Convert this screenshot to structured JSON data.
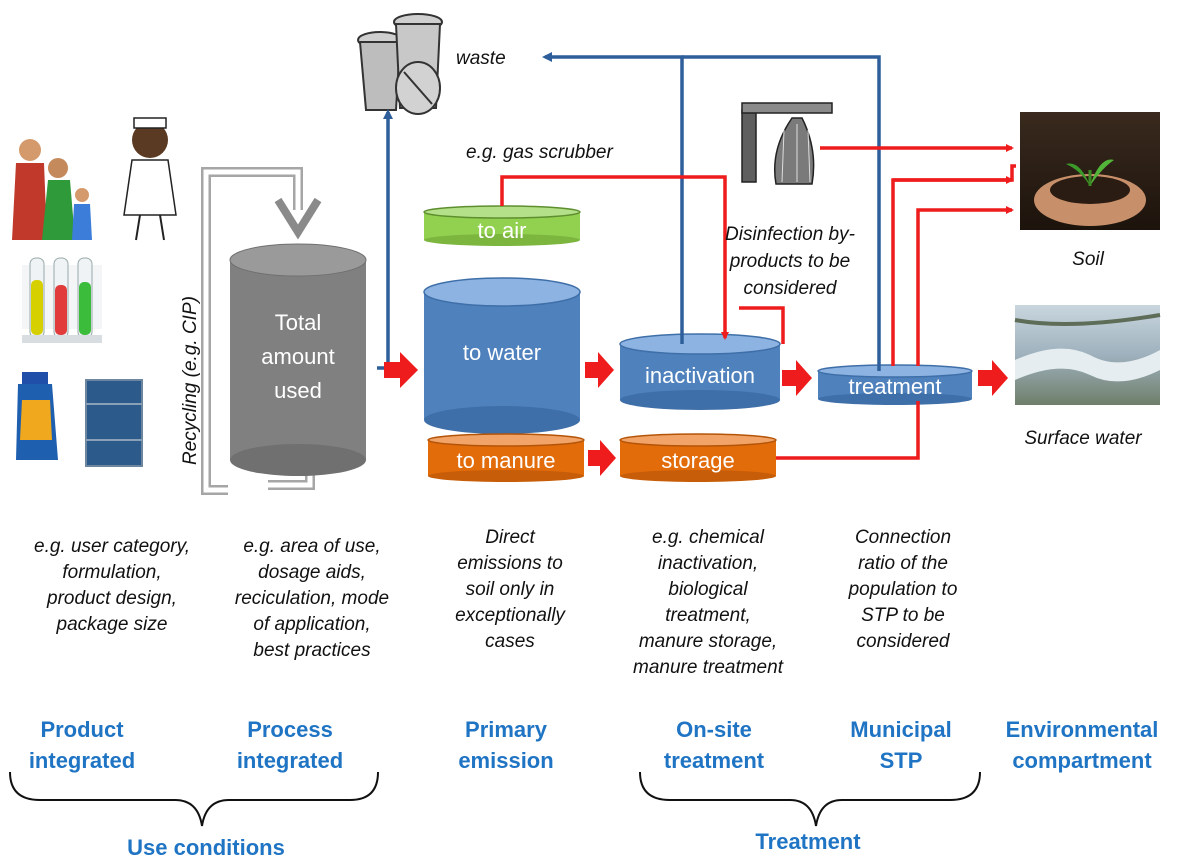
{
  "tanks": {
    "total_line1": "Total",
    "total_line2": "amount",
    "total_line3": "used",
    "to_air": "to air",
    "to_water": "to water",
    "to_manure": "to manure",
    "inactivation": "inactivation",
    "storage": "storage",
    "treatment": "treatment"
  },
  "labels": {
    "waste": "waste",
    "gas_scrubber": "e.g. gas scrubber",
    "recycling": "Recycling (e.g. CIP)",
    "disinfection": [
      "Disinfection by-",
      "products to be",
      "considered"
    ],
    "soil": "Soil",
    "surface_water": "Surface water"
  },
  "notes": {
    "product": [
      "e.g. user category,",
      "formulation,",
      "product design,",
      "package size"
    ],
    "process": [
      "e.g. area of use,",
      "dosage aids,",
      "reciculation, mode",
      "of application,",
      "best practices"
    ],
    "primary": [
      "Direct",
      "emissions to",
      "soil  only in",
      "exceptionally",
      "cases"
    ],
    "onsite": [
      "e.g. chemical",
      "inactivation,",
      "biological",
      "treatment,",
      "manure storage,",
      "manure treatment"
    ],
    "municipal": [
      "Connection",
      "ratio of the",
      "population to",
      "STP to be",
      "considered"
    ]
  },
  "headings": {
    "product": [
      "Product",
      "integrated"
    ],
    "process": [
      "Process",
      "integrated"
    ],
    "primary": [
      "Primary",
      "emission"
    ],
    "onsite": [
      "On-site",
      "treatment"
    ],
    "municipal": [
      "Municipal",
      "STP"
    ],
    "environmental": [
      "Environmental",
      "compartment"
    ]
  },
  "groups": {
    "use_conditions": "Use conditions",
    "treatment": "Treatment"
  },
  "colors": {
    "heading": "#1f74c4",
    "red_flow": "#ee1c1c",
    "blue_flow": "#2e5f9a",
    "tank_blue": "#4f81bd",
    "tank_grey": "#7f7f7f",
    "tank_green": "#92d050",
    "tank_orange": "#e36c0a"
  }
}
